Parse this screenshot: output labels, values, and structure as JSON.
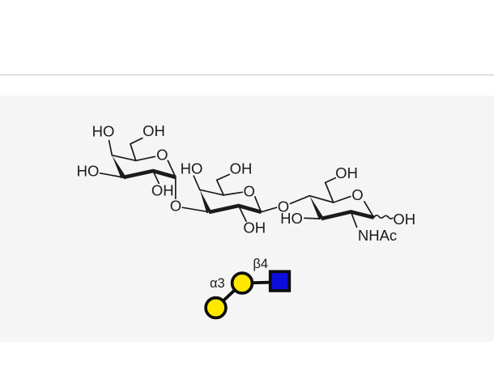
{
  "page": {
    "background": "#ffffff",
    "divider_color": "#c9c9c9",
    "panel_background": "#f5f5f5"
  },
  "molecule": {
    "bond_color": "#1b1b1b",
    "label_color": "#1b1b1b",
    "labels": [
      {
        "id": "ring1-ho-c4",
        "text": "HO"
      },
      {
        "id": "ring1-oh-c6",
        "text": "OH"
      },
      {
        "id": "ring1-ring-o",
        "text": "O"
      },
      {
        "id": "ring1-ho-c3",
        "text": "HO"
      },
      {
        "id": "ring1-oh-c2",
        "text": "OH"
      },
      {
        "id": "glycosidic-o-1",
        "text": "O"
      },
      {
        "id": "ring2-ho-c4",
        "text": "HO"
      },
      {
        "id": "ring2-oh-c6",
        "text": "OH"
      },
      {
        "id": "ring2-ring-o",
        "text": "O"
      },
      {
        "id": "ring2-oh-c2",
        "text": "OH"
      },
      {
        "id": "glycosidic-o-2",
        "text": "O"
      },
      {
        "id": "ring3-ho-c3",
        "text": "HO"
      },
      {
        "id": "ring3-oh-c6",
        "text": "OH"
      },
      {
        "id": "ring3-ring-o",
        "text": "O"
      },
      {
        "id": "ring3-oh-anomeric",
        "text": "OH"
      },
      {
        "id": "ring3-nhac",
        "text": "NHAc"
      }
    ]
  },
  "snfg": {
    "gal_color": "#ffe800",
    "glcnac_color": "#0d0ddd",
    "outline_color": "#0d0d0d",
    "label_color": "#1b1b1b",
    "linkage_labels": [
      {
        "id": "alpha3",
        "text": "α3"
      },
      {
        "id": "beta4",
        "text": "β4"
      }
    ]
  }
}
